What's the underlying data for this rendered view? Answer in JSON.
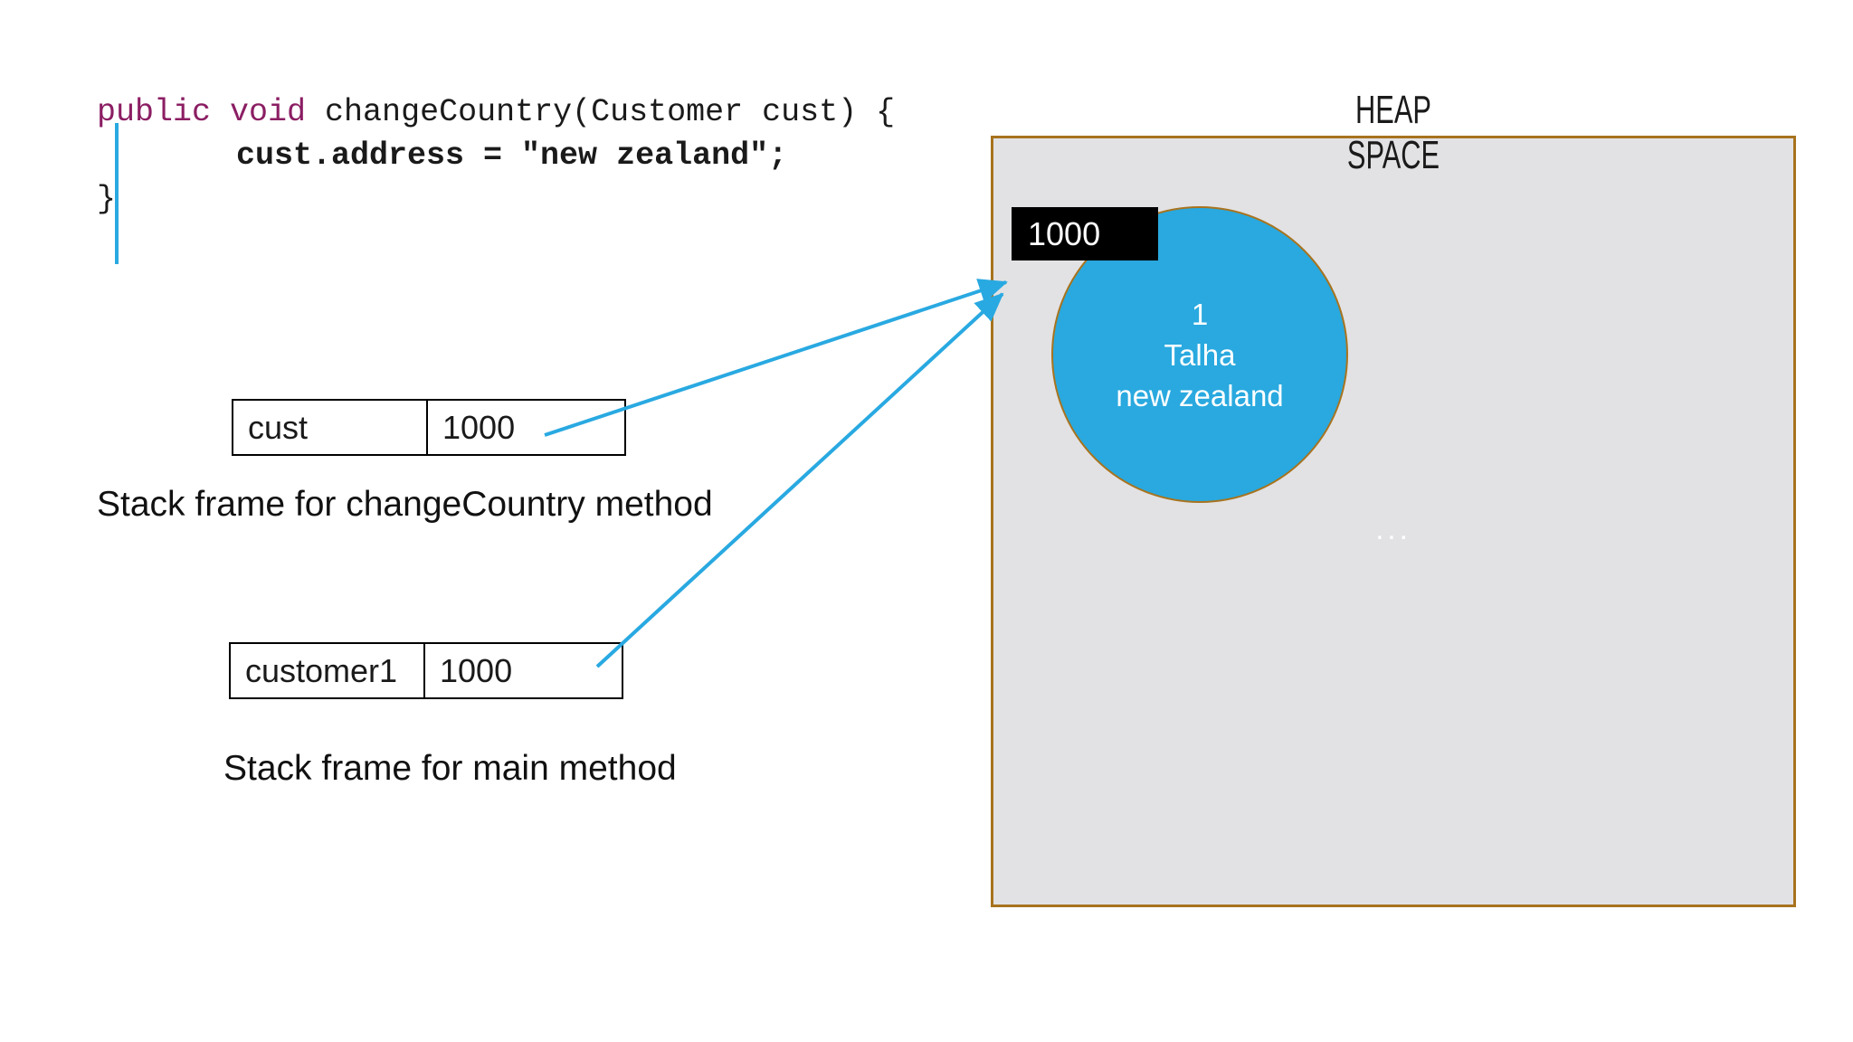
{
  "code": {
    "keyword": "public void",
    "signature": " changeCountry(Customer cust) {",
    "body_line": "cust.address = \"new zealand\";",
    "closing_brace": "}"
  },
  "stack": {
    "frames": [
      {
        "variable": "cust",
        "value": "1000",
        "caption": "Stack frame for changeCountry method"
      },
      {
        "variable": "customer1",
        "value": "1000",
        "caption": "Stack frame for main method"
      }
    ]
  },
  "heap": {
    "title_top": "HEAP",
    "title_bottom": "SPACE",
    "address_tag": "1000",
    "object": {
      "id": "1",
      "name": "Talha",
      "address": "new zealand"
    },
    "ellipsis": "..."
  },
  "colors": {
    "keyword_purple": "#8B1E63",
    "accent_blue": "#29A9E1",
    "heap_fill": "#E2E2E4",
    "heap_border": "#A8731E",
    "object_blue": "#29A9DF",
    "tag_bg": "#000000",
    "tag_text": "#ffffff"
  }
}
